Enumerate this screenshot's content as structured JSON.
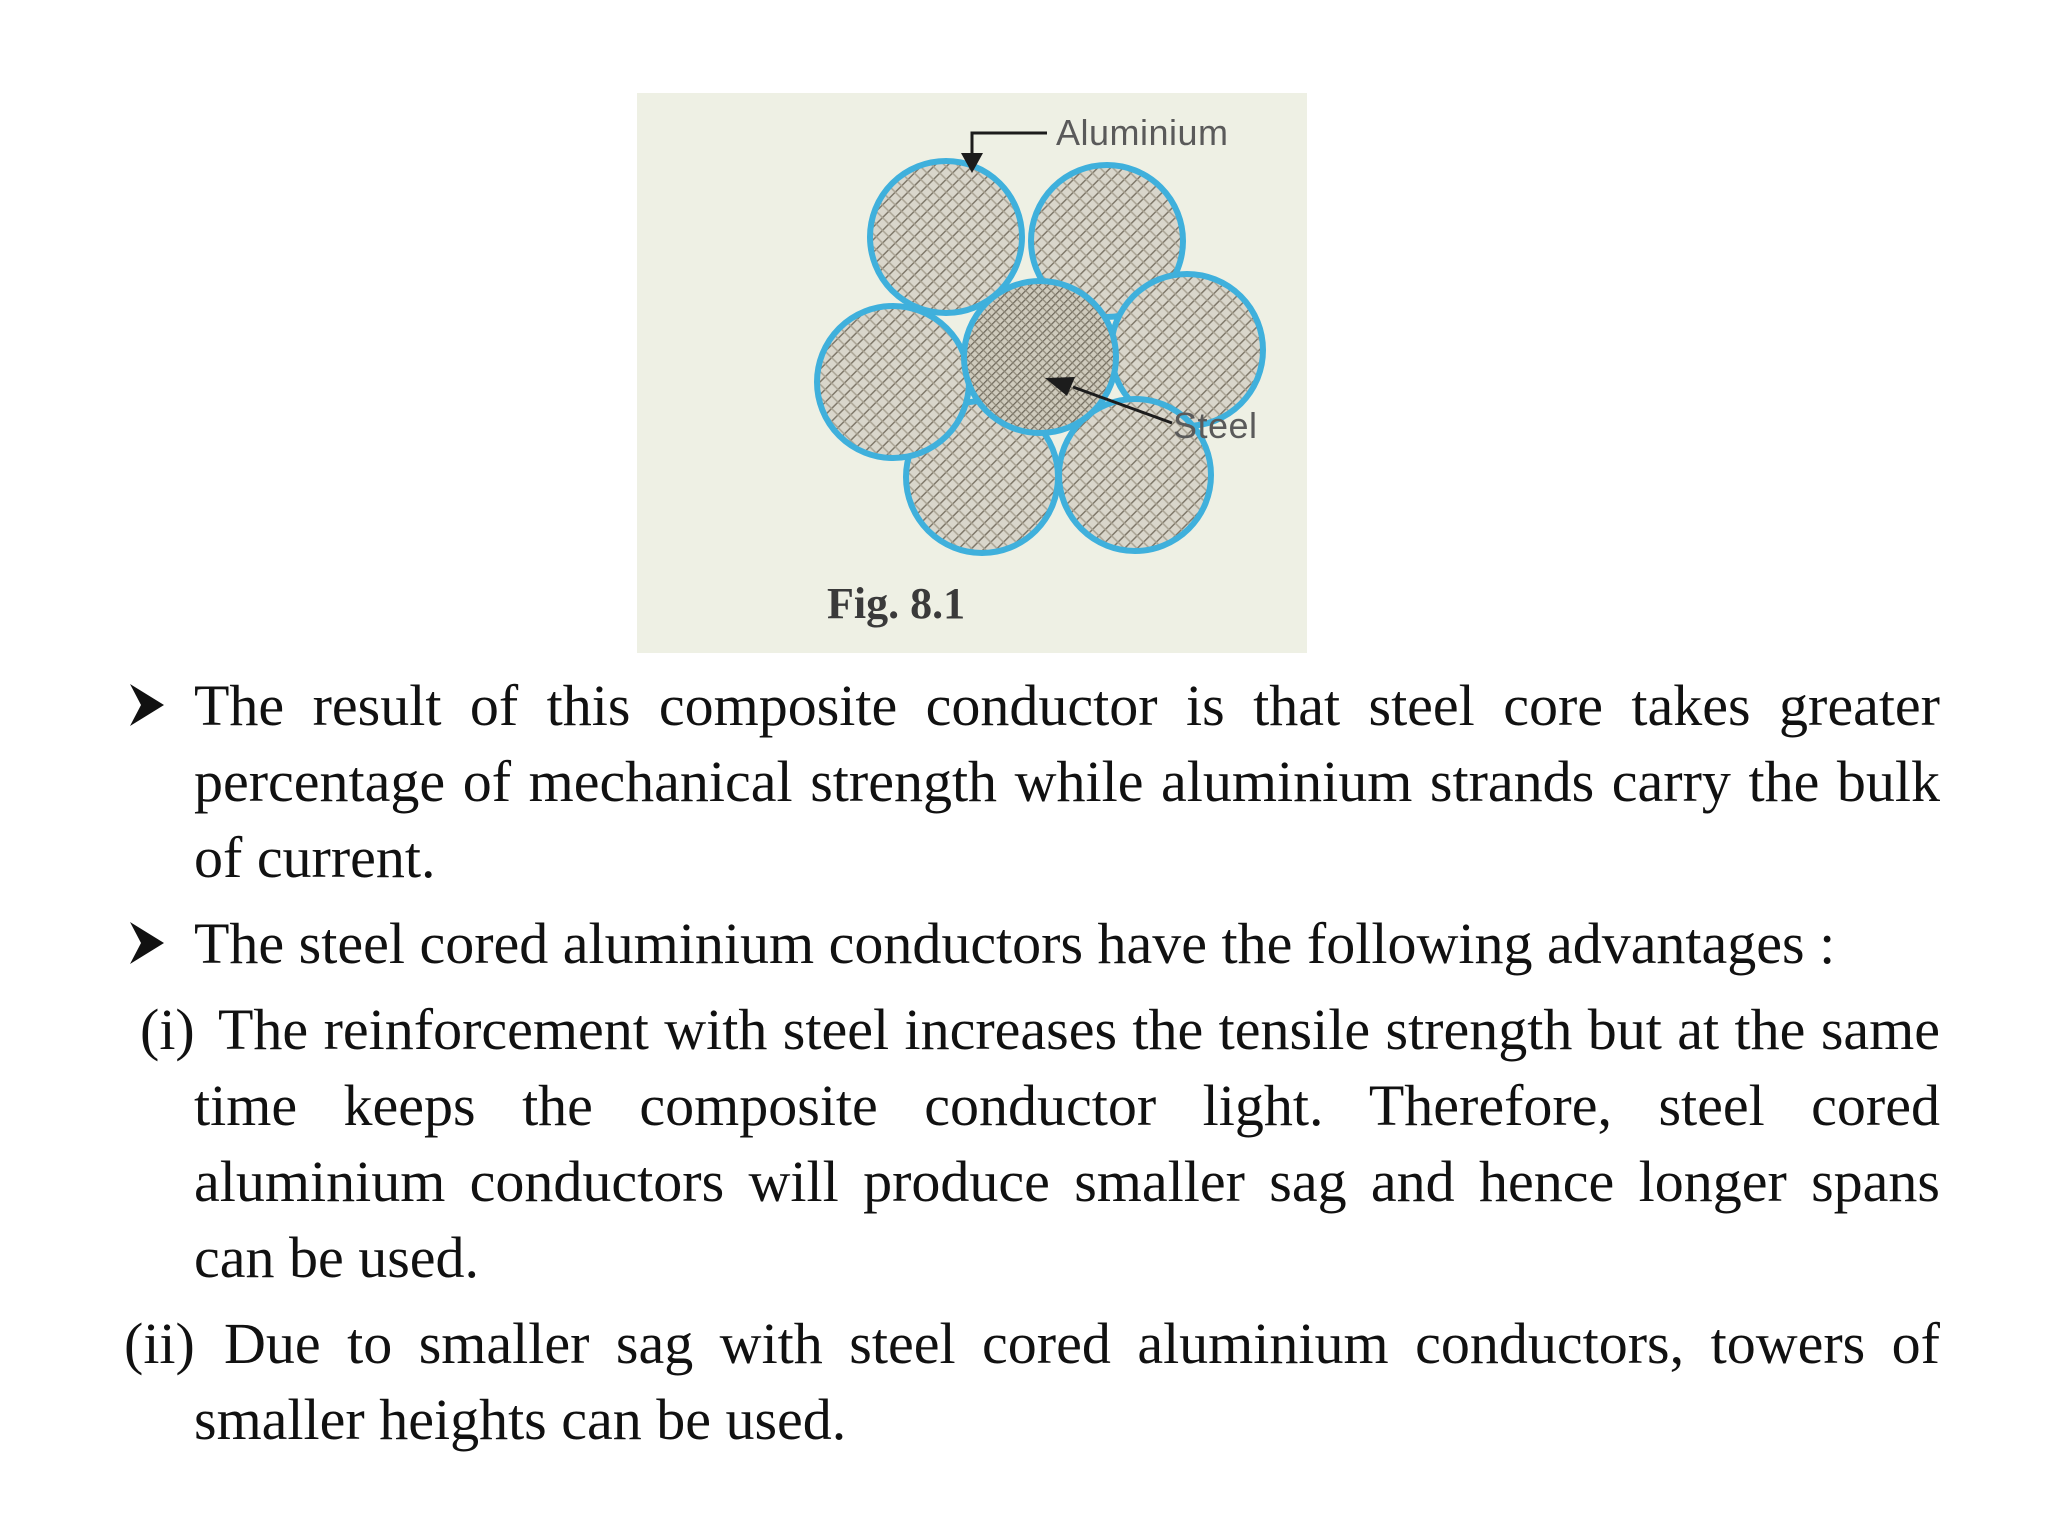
{
  "figure": {
    "label_aluminium": "Aluminium",
    "label_steel": "Steel",
    "caption": "Fig. 8.1",
    "colors": {
      "background": "#eef0e4",
      "strand_outline": "#3fb0dc",
      "strand_hatch": "#8a8270"
    }
  },
  "content": {
    "bullets": [
      {
        "icon": "arrowhead-bullet-icon",
        "text": "The result of this composite conductor is that steel core takes greater percentage of mechanical strength while aluminium strands carry the bulk of current."
      },
      {
        "icon": "arrowhead-bullet-icon",
        "text": "The steel cored aluminium conductors have the following advantages :"
      }
    ],
    "advantages": [
      {
        "marker": "(i)",
        "text": "The reinforcement with steel increases the tensile strength but at the same time keeps the composite conductor light.  Therefore, steel cored aluminium conductors will produce smaller sag and hence longer spans can be used."
      },
      {
        "marker": "(ii)",
        "text": "Due to smaller sag with steel cored aluminium conductors, towers of smaller heights can be used."
      }
    ]
  }
}
